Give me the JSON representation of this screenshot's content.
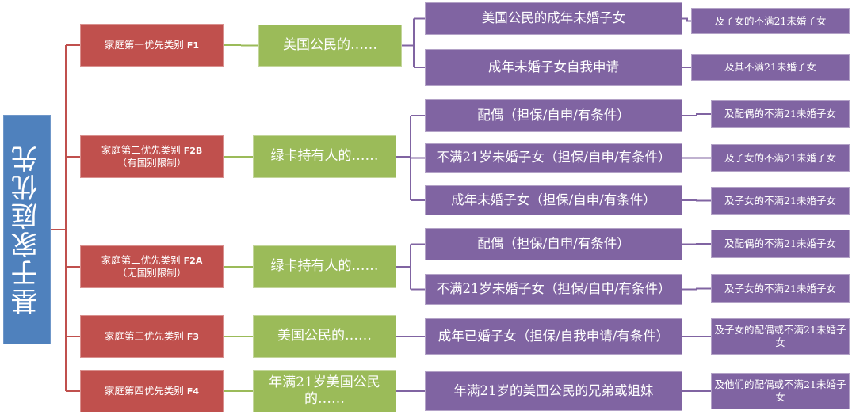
{
  "title": "基于家庭优先",
  "colors": {
    "root": "#4f81bd",
    "category": "#c0504d",
    "petitioner": "#9bbb59",
    "relation": "#8064a2",
    "root_connector": "#c0504d",
    "category_connector": "#9bbb59",
    "relation_connector": "#8064a2"
  },
  "categories": [
    {
      "label": "家庭第一优先类别",
      "code": "F1",
      "note": "",
      "petitioner": "美国公民的……",
      "relations": [
        {
          "label": "美国公民的成年未婚子女",
          "derivative": "及子女的不满21未婚子女"
        },
        {
          "label": "成年未婚子女自我申请",
          "derivative": "及其不满21未婚子女"
        }
      ]
    },
    {
      "label": "家庭第二优先类别",
      "code": "F2B",
      "note": "（有国别限制）",
      "petitioner": "绿卡持有人的……",
      "relations": [
        {
          "label": "配偶（担保/自申/有条件）",
          "derivative": "及配偶的不满21未婚子女"
        },
        {
          "label": "不满21岁未婚子女（担保/自申/有条件）",
          "derivative": "及子女的不满21未婚子女"
        },
        {
          "label": "成年未婚子女（担保/自申/有条件）",
          "derivative": "及子女的不满21未婚子女"
        }
      ]
    },
    {
      "label": "家庭第二优先类别",
      "code": "F2A",
      "note": "（无国别限制）",
      "petitioner": "绿卡持有人的……",
      "relations": [
        {
          "label": "配偶（担保/自申/有条件）",
          "derivative": "及配偶的不满21未婚子女"
        },
        {
          "label": "不满21岁未婚子女（担保/自申/有条件）",
          "derivative": "及子女的不满21未婚子女"
        }
      ]
    },
    {
      "label": "家庭第三优先类别",
      "code": "F3",
      "note": "",
      "petitioner": "美国公民的……",
      "relations": [
        {
          "label": "成年已婚子女（担保/自我申请/有条件）",
          "derivative": "及子女的配偶或不满21未婚子女"
        }
      ]
    },
    {
      "label": "家庭第四优先类别",
      "code": "F4",
      "note": "",
      "petitioner": "年满21岁美国公民的……",
      "relations": [
        {
          "label": "年满21岁的美国公民的兄弟或姐妹",
          "derivative": "及他们的配偶或不满21未婚子女"
        }
      ]
    }
  ]
}
